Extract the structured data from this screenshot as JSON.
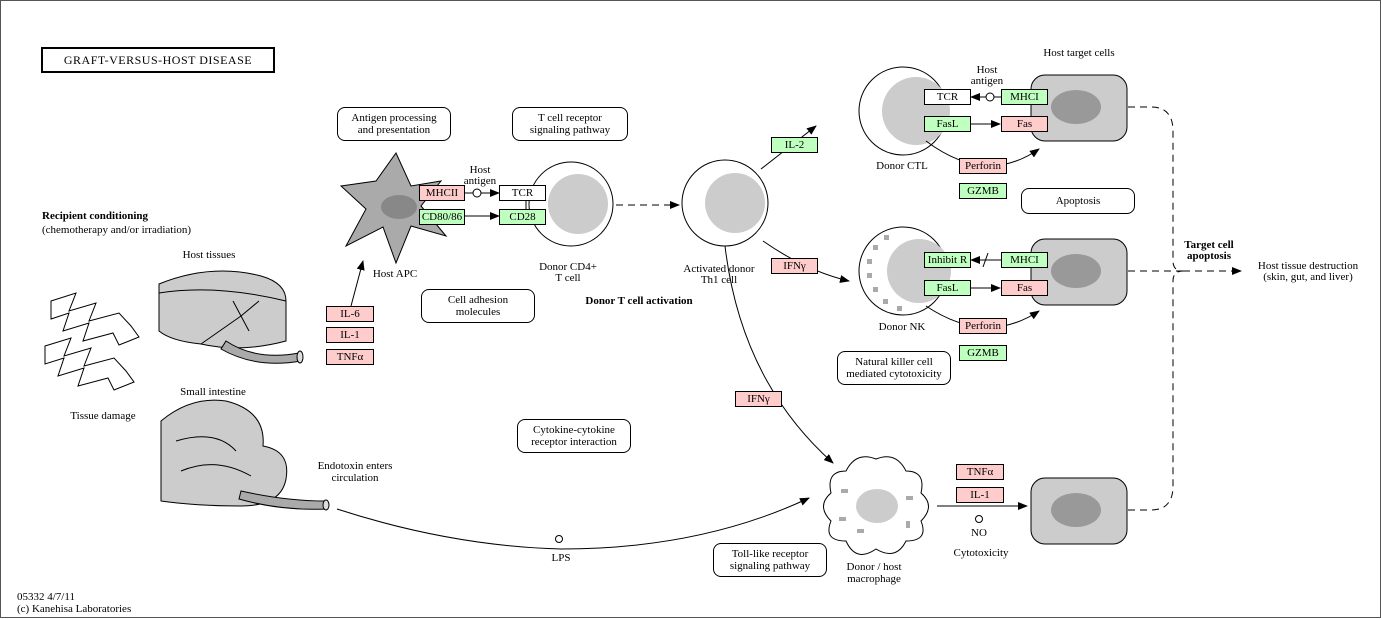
{
  "title": "GRAFT-VERSUS-HOST DISEASE",
  "footer": {
    "code": "05332 4/7/11",
    "copyright": "(c) Kanehisa Laboratories"
  },
  "labels": {
    "recipient_conditioning": "Recipient conditioning",
    "recipient_conditioning_detail": "(chemotherapy and/or irradiation)",
    "host_tissues": "Host tissues",
    "tissue_damage": "Tissue damage",
    "small_intestine": "Small intestine",
    "endotoxin_line1": "Endotoxin enters",
    "endotoxin_line2": "circulation",
    "lps": "LPS",
    "host_apc": "Host APC",
    "host_antigen_apc_1": "Host",
    "host_antigen_apc_2": "antigen",
    "donor_cd4_1": "Donor CD4+",
    "donor_cd4_2": "T cell",
    "donor_t_activation": "Donor T cell activation",
    "activated_th1_1": "Activated donor",
    "activated_th1_2": "Th1 cell",
    "host_target_cells": "Host target cells",
    "host_antigen_ctl_1": "Host",
    "host_antigen_ctl_2": "antigen",
    "donor_ctl": "Donor CTL",
    "donor_nk": "Donor NK",
    "target_apoptosis_1": "Target cell",
    "target_apoptosis_2": "apoptosis",
    "host_destruction_1": "Host tissue destruction",
    "host_destruction_2": "(skin, gut, and liver)",
    "macrophage_1": "Donor / host",
    "macrophage_2": "macrophage",
    "no": "NO",
    "cytotoxicity": "Cytotoxicity"
  },
  "pathways": {
    "antigen_processing": "Antigen processing\nand presentation",
    "tcr_signaling": "T cell receptor\nsignaling pathway",
    "cell_adhesion": "Cell adhesion\nmolecules",
    "cytokine_receptor": "Cytokine-cytokine\nreceptor interaction",
    "toll_like": "Toll-like receptor\nsignaling pathway",
    "apoptosis": "Apoptosis",
    "nk_cytotoxicity": "Natural killer cell\nmediated cytotoxicity"
  },
  "genes": {
    "il6": "IL-6",
    "il1_tissue": "IL-1",
    "tnfa_tissue": "TNFα",
    "mhcii": "MHCII",
    "cd80_86": "CD80/86",
    "tcr_cd4": "TCR",
    "cd28": "CD28",
    "il2": "IL-2",
    "ifng_nk": "IFNγ",
    "ifng_mac": "IFNγ",
    "tcr_ctl": "TCR",
    "mhci_ctl": "MHCI",
    "fasl_ctl": "FasL",
    "fas_ctl": "Fas",
    "perforin_ctl": "Perforin",
    "gzmb_ctl": "GZMB",
    "inhibit_r": "Inhibit R",
    "mhci_nk": "MHCI",
    "fasl_nk": "FasL",
    "fas_nk": "Fas",
    "perforin_nk": "Perforin",
    "gzmb_nk": "GZMB",
    "tnfa_mac": "TNFα",
    "il1_mac": "IL-1"
  },
  "colors": {
    "pink": "#ffcccc",
    "green": "#bfffbf",
    "cell_gray": "#cccccc",
    "nucleus_gray": "#999999"
  }
}
